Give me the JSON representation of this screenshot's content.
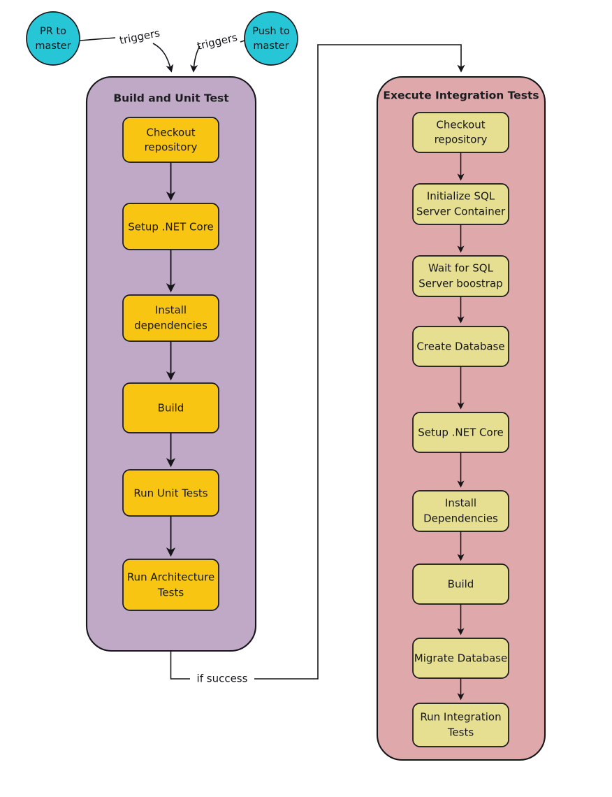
{
  "diagram": {
    "title": "CI/CD pipeline flowchart",
    "type": "flowchart",
    "background": "#ffffff",
    "colors": {
      "trigger_fill": "#26c6d6",
      "left_subgraph_fill": "#bfa9c6",
      "right_subgraph_fill": "#dfa9ab",
      "left_node_fill": "#f9c513",
      "right_node_fill": "#e6df91",
      "stroke": "#16161a",
      "text": "#15151a"
    }
  },
  "triggers": [
    {
      "id": "pr",
      "label_line1": "PR to",
      "label_line2": "master",
      "edge_label": "triggers"
    },
    {
      "id": "push",
      "label_line1": "Push to",
      "label_line2": "master",
      "edge_label": "triggers"
    }
  ],
  "subgraphs": [
    {
      "id": "build-and-unit-test",
      "title": "Build and Unit Test",
      "nodes": [
        {
          "id": "checkout",
          "lines": [
            "Checkout",
            "repository"
          ]
        },
        {
          "id": "setup-dotnet",
          "lines": [
            "Setup .NET Core"
          ]
        },
        {
          "id": "install-deps",
          "lines": [
            "Install",
            "dependencies"
          ]
        },
        {
          "id": "build",
          "lines": [
            "Build"
          ]
        },
        {
          "id": "run-unit-tests",
          "lines": [
            "Run Unit Tests"
          ]
        },
        {
          "id": "run-arch-tests",
          "lines": [
            "Run Architecture",
            "Tests"
          ]
        }
      ]
    },
    {
      "id": "execute-integration-tests",
      "title": "Execute Integration Tests",
      "nodes": [
        {
          "id": "checkout-2",
          "lines": [
            "Checkout",
            "repository"
          ]
        },
        {
          "id": "init-sql",
          "lines": [
            "Initialize SQL",
            "Server Container"
          ]
        },
        {
          "id": "wait-sql",
          "lines": [
            "Wait for SQL",
            "Server boostrap"
          ]
        },
        {
          "id": "create-db",
          "lines": [
            "Create Database"
          ]
        },
        {
          "id": "setup-dotnet-2",
          "lines": [
            "Setup .NET Core"
          ]
        },
        {
          "id": "install-deps-2",
          "lines": [
            "Install",
            "Dependencies"
          ]
        },
        {
          "id": "build-2",
          "lines": [
            "Build"
          ]
        },
        {
          "id": "migrate-db",
          "lines": [
            "Migrate Database"
          ]
        },
        {
          "id": "run-integration-tests",
          "lines": [
            "Run Integration",
            "Tests"
          ]
        }
      ]
    }
  ],
  "connectors": [
    {
      "id": "if-success",
      "label": "if success",
      "from": "build-and-unit-test",
      "to": "execute-integration-tests"
    }
  ]
}
